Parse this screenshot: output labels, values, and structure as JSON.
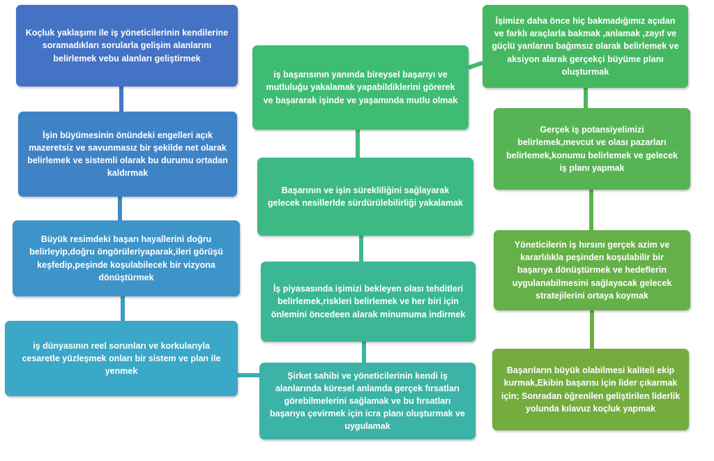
{
  "diagram": {
    "colors": {
      "c1": "#4472C4",
      "c2": "#3F83C7",
      "c3": "#3D94C8",
      "c4": "#3AA8C6",
      "c5": "#3BB3A6",
      "c6": "#3CB795",
      "c7": "#3DBA84",
      "c8": "#3FBC74",
      "c9": "#47B862",
      "c10": "#56B454",
      "c11": "#65B048",
      "c12": "#74AC40",
      "line": "#3d9acc"
    },
    "nodes": [
      {
        "id": "c1",
        "text": "Koçluk yaklaşımı ile iş yöneticilerinin kendilerine soramadıkları sorularla gelişim alanlarını belirlemek vebu alanları geliştirmek"
      },
      {
        "id": "c2",
        "text": "İşin büyümesinin önündeki engelleri açık mazeretsiz ve savunmasız bir şekilde net olarak belirlemek ve sistemli olarak bu durumu ortadan kaldırmak"
      },
      {
        "id": "c3",
        "text": "Büyük resimdeki başarı hayallerini doğru belirleyip,doğru öngörüleriyaparak,ileri görüşü keşfedip,peşinde koşulabilecek bir vizyona dönüştürmek"
      },
      {
        "id": "c4",
        "text": "iş dünyasının reel sorunları ve korkularıyla cesaretle yüzleşmek onları bir sistem  ve plan ile yenmek"
      },
      {
        "id": "c5",
        "text": "Şirket sahibi ve yöneticilerinin kendi iş alanlarında küresel  anlamda  gerçek fırsatları görebilmelerini sağlamak ve bu fırsatları başarıya çevirmek için icra planı oluşturmak ve uygulamak"
      },
      {
        "id": "c6",
        "text": "İş piyasasında işimizi bekleyen olası tehditleri belirlemek,riskleri belirlemek ve her biri için önlemini öncedeen alarak minumuma indirmek"
      },
      {
        "id": "c7",
        "text": "Başarının ve işin sürekliliğini sağlayarak gelecek nesillerlde sürdürülebilirliği yakalamak"
      },
      {
        "id": "c8",
        "text": "iş başarısının yanında bireysel başarıyı ve mutluluğu yakalamak yapabildiklerini görerek ve başararak işinde ve yaşamında mutlu olmak"
      },
      {
        "id": "c9",
        "text": "İşimize daha önce hiç bakmadığımız açıdan ve farklı araçlarla bakmak ,anlamak ,zayıf ve güçlü yanlarını bağımsız olarak belirlemek ve aksiyon alarak gerçekçi büyüme planı oluşturmak"
      },
      {
        "id": "c10",
        "text": "Gerçek iş potansiyelimizi belirlemek,mevcut ve olası pazarları belirlemek,konumu belirlemek ve gelecek iş planı yapmak"
      },
      {
        "id": "c11",
        "text": "Yöneticilerin iş hırsını gerçek azim ve kararlılıkla peşinden koşulabilir bir başarıya dönüştürmek ve hedeflerin uygulanabilmesini sağlayacak  gelecek stratejilerini ortaya koymak"
      },
      {
        "id": "c12",
        "text": "Başarıların büyük olabilmesi kaliteli ekip kurmak,Ekibin başarısı için lider çıkarmak için; Sonradan öğrenilen geliştirilen liderlik yolunda kılavuz koçluk yapmak"
      }
    ]
  }
}
